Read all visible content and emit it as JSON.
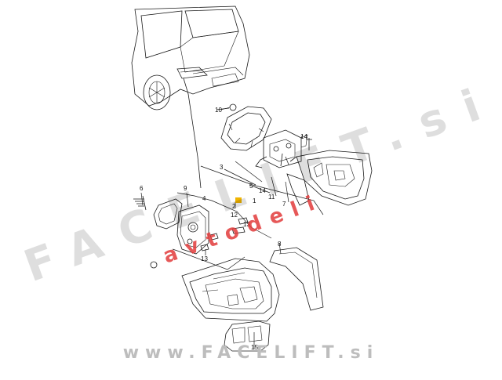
{
  "watermark": {
    "main": "FACELIFT.si",
    "brand": "avtodeli",
    "footer": "www.FACELIFT.si"
  },
  "callouts": [
    "10",
    "14",
    "3",
    "5",
    "1",
    "14",
    "11",
    "7",
    "6",
    "9",
    "4",
    "2",
    "12",
    "13",
    "13",
    "8",
    "15"
  ]
}
